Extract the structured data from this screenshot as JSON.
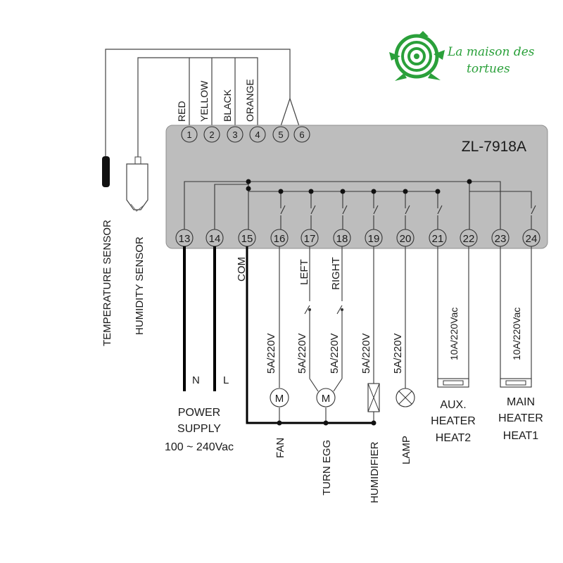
{
  "brand": {
    "line1": "La maison des",
    "line2": "tortues",
    "color": "#2aa03a"
  },
  "controller": {
    "model": "ZL-7918A",
    "body_color": "#bdbdbd",
    "top_terminals": [
      "1",
      "2",
      "3",
      "4",
      "5",
      "6"
    ],
    "bottom_terminals": [
      "13",
      "14",
      "15",
      "16",
      "17",
      "18",
      "19",
      "20",
      "21",
      "22",
      "23",
      "24"
    ]
  },
  "wire_colors": [
    "RED",
    "YELLOW",
    "BLACK",
    "ORANGE"
  ],
  "sensors": {
    "temperature": "TEMPERATURE SENSOR",
    "humidity": "HUMIDITY SENSOR"
  },
  "power": {
    "n": "N",
    "l": "L",
    "line1": "POWER",
    "line2": "SUPPLY",
    "line3": "100 ~ 240Vac"
  },
  "com_label": "COM",
  "motor_dir": {
    "left": "LEFT",
    "right": "RIGHT"
  },
  "symbols": {
    "motor": "M"
  },
  "ratings": {
    "r16": "5A/220V",
    "r17": "5A/220V",
    "r18": "5A/220V",
    "r19": "5A/220V",
    "r20": "5A/220V",
    "r22": "10A/220Vac",
    "r24": "10A/220Vac"
  },
  "loads": {
    "fan": "FAN",
    "turn_egg": "TURN EGG",
    "humidifier": "HUMIDIFIER",
    "lamp": "LAMP",
    "aux_heater": [
      "AUX.",
      "HEATER",
      "HEAT2"
    ],
    "main_heater": [
      "MAIN",
      "HEATER",
      "HEAT1"
    ]
  }
}
